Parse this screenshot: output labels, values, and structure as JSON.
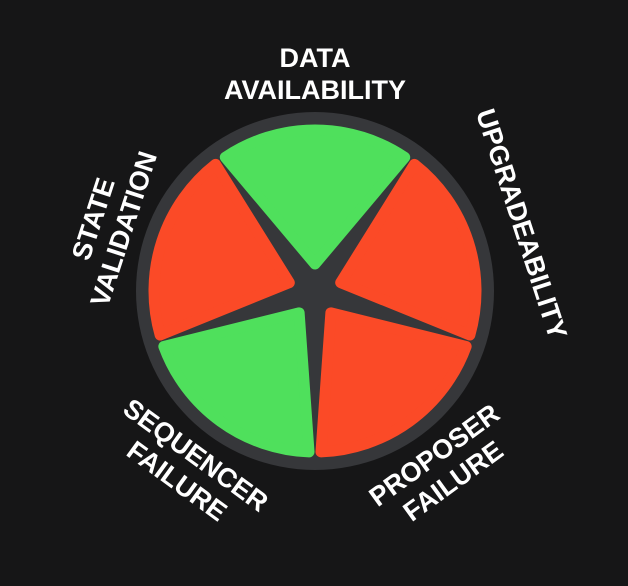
{
  "diagram": {
    "type": "risk-rosette",
    "colors": {
      "background": "#161617",
      "ring": "#36373a",
      "good": "#4fe05c",
      "bad": "#fb4a27",
      "text": "#ffffff"
    },
    "segments": [
      {
        "id": "data-availability",
        "label_lines": [
          "DATA",
          "AVAILABILITY"
        ],
        "status": "good"
      },
      {
        "id": "upgradeability",
        "label_lines": [
          "UPGRADEABILITY"
        ],
        "status": "bad"
      },
      {
        "id": "proposer-failure",
        "label_lines": [
          "PROPOSER",
          "FAILURE"
        ],
        "status": "bad"
      },
      {
        "id": "sequencer-failure",
        "label_lines": [
          "SEQUENCER",
          "FAILURE"
        ],
        "status": "good"
      },
      {
        "id": "state-validation",
        "label_lines": [
          "STATE",
          "VALIDATION"
        ],
        "status": "bad"
      }
    ]
  }
}
